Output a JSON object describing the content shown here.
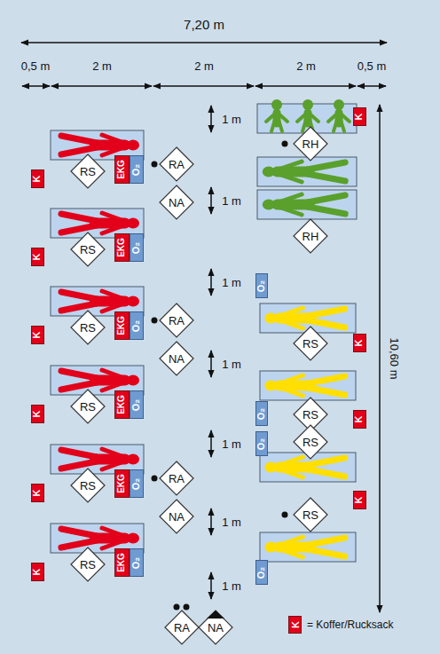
{
  "diagram": {
    "nodes": [
      {
        "text": [
          "K"
        ]
      },
      {
        "text": [
          "RS"
        ]
      },
      {
        "text": [
          "EKG"
        ]
      },
      {
        "text": [
          "O₂"
        ]
      },
      {
        "text": [
          "RA"
        ]
      },
      {
        "text": [
          "NA"
        ]
      },
      {
        "text": [
          "K"
        ]
      },
      {
        "text": [
          "RS"
        ]
      },
      {
        "text": [
          "EKG"
        ]
      },
      {
        "text": [
          "O₂"
        ]
      },
      {
        "text": [
          "K"
        ]
      },
      {
        "text": [
          "RS"
        ]
      },
      {
        "text": [
          "EKG"
        ]
      },
      {
        "text": [
          "O₂"
        ]
      },
      {
        "text": [
          "RA"
        ]
      },
      {
        "text": [
          "NA"
        ]
      },
      {
        "text": [
          "K"
        ]
      },
      {
        "text": [
          "RS"
        ]
      },
      {
        "text": [
          "EKG"
        ]
      },
      {
        "text": [
          "O₂"
        ]
      },
      {
        "text": [
          "K"
        ]
      },
      {
        "text": [
          "RS"
        ]
      },
      {
        "text": [
          "EKG"
        ]
      },
      {
        "text": [
          "O₂"
        ]
      },
      {
        "text": [
          "RA"
        ]
      },
      {
        "text": [
          "NA"
        ]
      },
      {
        "text": [
          "K"
        ]
      },
      {
        "text": [
          "RS"
        ]
      },
      {
        "text": [
          "EKG"
        ]
      },
      {
        "text": [
          "O₂"
        ]
      },
      {
        "text": [
          "K"
        ]
      },
      {
        "text": [
          "RH"
        ]
      },
      {
        "text": [
          "RH"
        ]
      },
      {
        "text": [
          "O₂"
        ]
      },
      {
        "text": [
          "RS"
        ]
      },
      {
        "text": [
          "K"
        ]
      },
      {
        "text": [
          "O₂"
        ]
      },
      {
        "text": [
          "RS"
        ]
      },
      {
        "text": [
          "K"
        ]
      },
      {
        "text": [
          "O₂"
        ]
      },
      {
        "text": [
          "RS"
        ]
      },
      {
        "text": [
          "K"
        ]
      },
      {
        "text": [
          "RS"
        ]
      },
      {
        "text": [
          "O₂"
        ]
      },
      {
        "text": [
          "RA"
        ]
      },
      {
        "text": [
          "NA"
        ]
      }
    ],
    "labels": [
      "7,20 m",
      "0,5 m",
      "2 m",
      "2 m",
      "2 m",
      "0,5 m",
      "10,60 m",
      "1 m",
      "1 m",
      "1 m",
      "1 m",
      "1 m",
      "1 m",
      "1 m",
      "K"
    ],
    "legend": [
      {
        "text": "= Koffer/Rucksack",
        "color": "#e2001a"
      }
    ]
  }
}
